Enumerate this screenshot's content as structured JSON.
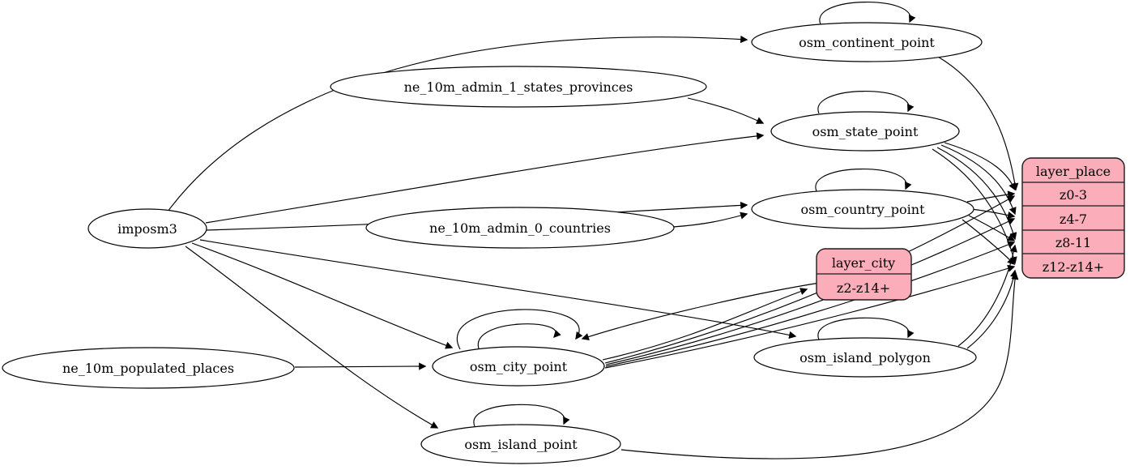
{
  "colors": {
    "background": "#ffffff",
    "edge": "#000000",
    "node_fill": "#ffffff",
    "node_stroke": "#000000",
    "record_fill": "#fbadb9",
    "record_stroke": "#1b1b1b"
  },
  "nodes": {
    "imposm3": {
      "label": "imposm3",
      "shape": "ellipse"
    },
    "ne_10m_admin_1_states_provinces": {
      "label": "ne_10m_admin_1_states_provinces",
      "shape": "ellipse"
    },
    "ne_10m_admin_0_countries": {
      "label": "ne_10m_admin_0_countries",
      "shape": "ellipse"
    },
    "ne_10m_populated_places": {
      "label": "ne_10m_populated_places",
      "shape": "ellipse"
    },
    "osm_continent_point": {
      "label": "osm_continent_point",
      "shape": "ellipse"
    },
    "osm_state_point": {
      "label": "osm_state_point",
      "shape": "ellipse"
    },
    "osm_country_point": {
      "label": "osm_country_point",
      "shape": "ellipse"
    },
    "osm_city_point": {
      "label": "osm_city_point",
      "shape": "ellipse"
    },
    "osm_island_polygon": {
      "label": "osm_island_polygon",
      "shape": "ellipse"
    },
    "osm_island_point": {
      "label": "osm_island_point",
      "shape": "ellipse"
    }
  },
  "records": {
    "layer_city": {
      "title": "layer_city",
      "rows": [
        "z2-z14+"
      ]
    },
    "layer_place": {
      "title": "layer_place",
      "rows": [
        "z0-3",
        "z4-7",
        "z8-11",
        "z12-z14+"
      ]
    }
  },
  "edges": [
    {
      "from": "imposm3",
      "to": "osm_continent_point"
    },
    {
      "from": "imposm3",
      "to": "osm_state_point"
    },
    {
      "from": "imposm3",
      "to": "osm_country_point"
    },
    {
      "from": "imposm3",
      "to": "osm_city_point"
    },
    {
      "from": "imposm3",
      "to": "osm_island_polygon"
    },
    {
      "from": "imposm3",
      "to": "osm_island_point"
    },
    {
      "from": "ne_10m_admin_1_states_provinces",
      "to": "osm_state_point"
    },
    {
      "from": "ne_10m_admin_0_countries",
      "to": "osm_country_point"
    },
    {
      "from": "ne_10m_populated_places",
      "to": "osm_city_point"
    },
    {
      "from": "osm_continent_point",
      "to": "osm_continent_point",
      "self_loop": true
    },
    {
      "from": "osm_state_point",
      "to": "osm_state_point",
      "self_loop": true
    },
    {
      "from": "osm_country_point",
      "to": "osm_country_point",
      "self_loop": true
    },
    {
      "from": "osm_city_point",
      "to": "osm_city_point",
      "self_loop": true
    },
    {
      "from": "osm_city_point",
      "to": "osm_city_point",
      "self_loop": true
    },
    {
      "from": "osm_island_polygon",
      "to": "osm_island_polygon",
      "self_loop": true
    },
    {
      "from": "osm_island_point",
      "to": "osm_island_point",
      "self_loop": true
    },
    {
      "from": "osm_city_point",
      "to": "layer_city",
      "row": "z2-z14+"
    },
    {
      "from": "layer_city",
      "to": "osm_city_point"
    },
    {
      "from": "osm_city_point",
      "to": "layer_place",
      "row": "z0-3"
    },
    {
      "from": "osm_city_point",
      "to": "layer_place",
      "row": "z4-7"
    },
    {
      "from": "osm_city_point",
      "to": "layer_place",
      "row": "z8-11"
    },
    {
      "from": "osm_city_point",
      "to": "layer_place",
      "row": "z12-z14+"
    },
    {
      "from": "osm_continent_point",
      "to": "layer_place",
      "row": "z0-3"
    },
    {
      "from": "osm_state_point",
      "to": "layer_place",
      "row": "z0-3"
    },
    {
      "from": "osm_state_point",
      "to": "layer_place",
      "row": "z4-7"
    },
    {
      "from": "osm_state_point",
      "to": "layer_place",
      "row": "z8-11"
    },
    {
      "from": "osm_state_point",
      "to": "layer_place",
      "row": "z12-z14+"
    },
    {
      "from": "osm_country_point",
      "to": "layer_place",
      "row": "z0-3"
    },
    {
      "from": "osm_country_point",
      "to": "layer_place",
      "row": "z4-7"
    },
    {
      "from": "osm_country_point",
      "to": "layer_place",
      "row": "z8-11"
    },
    {
      "from": "osm_country_point",
      "to": "layer_place",
      "row": "z12-z14+"
    },
    {
      "from": "osm_island_polygon",
      "to": "layer_place",
      "row": "z8-11"
    },
    {
      "from": "osm_island_polygon",
      "to": "layer_place",
      "row": "z12-z14+"
    },
    {
      "from": "osm_island_point",
      "to": "layer_place",
      "row": "z12-z14+"
    }
  ]
}
